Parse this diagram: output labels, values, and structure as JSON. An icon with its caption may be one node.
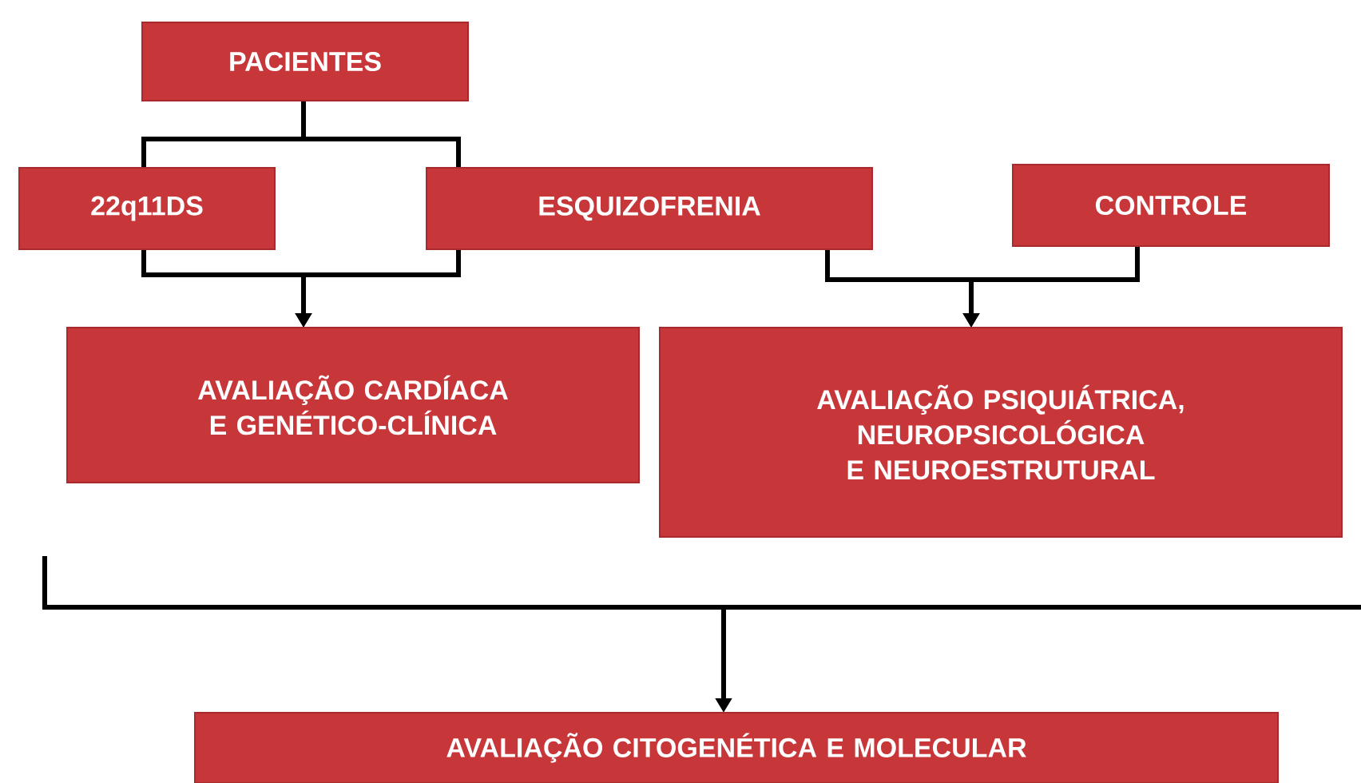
{
  "diagram": {
    "nodes": [
      {
        "text": [
          "PACIENTES"
        ]
      },
      {
        "text": [
          "22q11DS"
        ]
      },
      {
        "text": [
          "ESQUIZOFRENIA"
        ]
      },
      {
        "text": [
          "CONTROLE"
        ]
      },
      {
        "text": [
          "AVALIAÇÃO CARDÍACA E GENÉTICO-CLÍNICA"
        ]
      },
      {
        "text": [
          "AVALIAÇÃO PSIQUIÁTRICA, NEUROPSICOLÓGICA E NEUROESTRUTURAL"
        ]
      },
      {
        "text": [
          "AVALIAÇÃO CITOGENÉTICA E MOLECULAR"
        ]
      }
    ],
    "edges": [
      {
        "from": 0,
        "to": 1,
        "arrow": "none"
      },
      {
        "from": 0,
        "to": 2,
        "arrow": "none"
      },
      {
        "from": 1,
        "to": 4,
        "arrow": "to"
      },
      {
        "from": 2,
        "to": 4,
        "arrow": "to"
      },
      {
        "from": 2,
        "to": 5,
        "arrow": "to"
      },
      {
        "from": 3,
        "to": 5,
        "arrow": "to"
      },
      {
        "from": 4,
        "to": 6,
        "arrow": "to"
      },
      {
        "from": 5,
        "to": 6,
        "arrow": "to"
      }
    ]
  }
}
